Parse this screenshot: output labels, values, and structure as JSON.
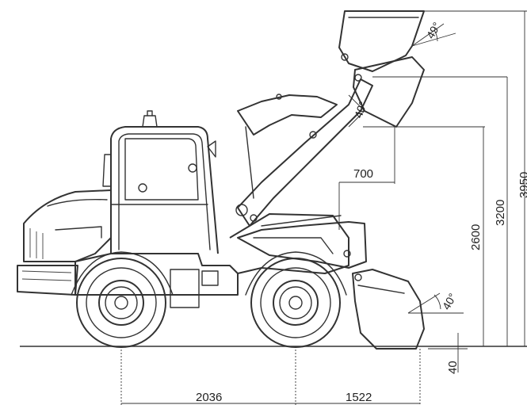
{
  "dimensions": {
    "wheelbase": "2036",
    "rear_overhang": "1522",
    "dump_reach": "700",
    "dump_height": "2600",
    "hinge_height": "3200",
    "max_height": "3950",
    "dig_depth": "40"
  },
  "angles": {
    "top_bucket": "49°",
    "mid_bucket": "40°",
    "ground_bucket": "40°"
  }
}
